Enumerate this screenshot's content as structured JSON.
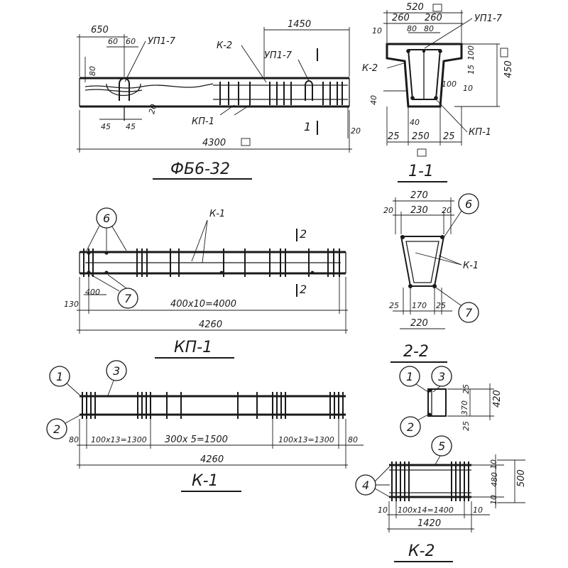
{
  "fb": {
    "d650": "650",
    "d1450": "1450",
    "d60a": "60",
    "d60b": "60",
    "d80": "80",
    "d45a": "45",
    "d45b": "45",
    "d20a": "20",
    "d20b": "20",
    "d4300": "4300",
    "upi_a": "УП1-7",
    "upi_b": "УП1-7",
    "k2": "К-2",
    "kp1": "КП-1",
    "sec": "1",
    "title": "ФБ6-32"
  },
  "s11": {
    "d520": "520",
    "d260a": "260",
    "d260b": "260",
    "d80a": "80",
    "d80b": "80",
    "d10": "10",
    "d100": "100",
    "d15": "15",
    "d450": "450",
    "d40a": "40",
    "d40b": "40",
    "d100b": "100",
    "d10b": "10",
    "d25a": "25",
    "d250": "250",
    "d25b": "25",
    "upi": "УП1-7",
    "k2": "К-2",
    "kp1": "КП-1",
    "title": "1-1"
  },
  "kp": {
    "m6": "6",
    "m7": "7",
    "k1": "К-1",
    "sec": "2",
    "d400": "400",
    "d130": "130",
    "span": "400x10=4000",
    "d4260": "4260",
    "title": "КП-1"
  },
  "s22": {
    "d270": "270",
    "d20a": "20",
    "d230": "230",
    "d20b": "20",
    "m6": "6",
    "m7": "7",
    "k1": "К-1",
    "d25a": "25",
    "d170": "170",
    "d25b": "25",
    "d220": "220",
    "title": "2-2"
  },
  "k1": {
    "m1": "1",
    "m2": "2",
    "m3": "3",
    "d80a": "80",
    "s1": "100x13=1300",
    "s2": "300x 5=1500",
    "s3": "100x13=1300",
    "d80b": "80",
    "d4260": "4260",
    "title": "К-1",
    "sm1": "1",
    "sm2": "2",
    "sm3": "3",
    "v25a": "25",
    "v370": "370",
    "v25b": "25",
    "v420": "420"
  },
  "k2": {
    "m4": "4",
    "m5": "5",
    "d10a": "10",
    "d480": "480",
    "d10b": "10",
    "d500": "500",
    "d10c": "10",
    "span": "100x14=1400",
    "d10d": "10",
    "d1420": "1420",
    "title": "К-2"
  }
}
